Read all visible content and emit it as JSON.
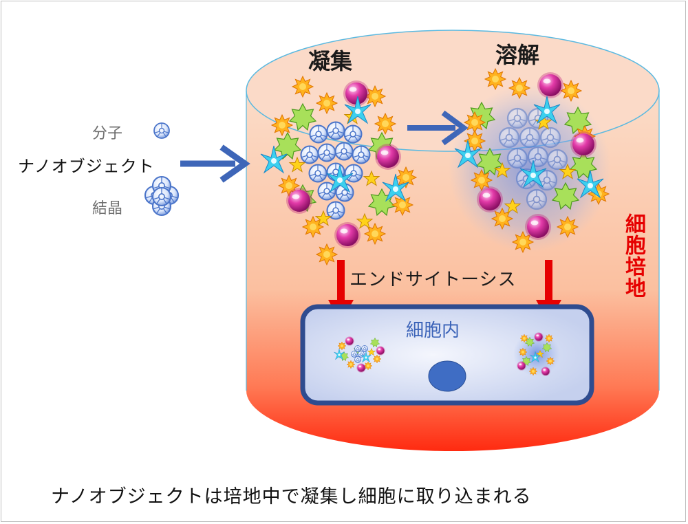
{
  "legend": {
    "molecule_label": "分子",
    "nano_object_label": "ナノオブジェクト",
    "crystal_label": "結晶"
  },
  "stages": {
    "aggregation_label": "凝集",
    "dissolution_label": "溶解"
  },
  "process": {
    "endocytosis_label": "エンドサイトーシス"
  },
  "cell": {
    "intracellular_label": "細胞内"
  },
  "medium": {
    "label": "細胞培地"
  },
  "caption": "ナノオブジェクトは培地中で凝集し細胞に取り込まれる",
  "colors": {
    "medium_top": "#fbd7c4",
    "medium_bottom": "#ff2a10",
    "cylinder_outline": "#5bb9e0",
    "arrow_blue": "#3e66b8",
    "arrow_red": "#e60000",
    "cell_border": "#2f4c8f",
    "nucleus": "#3f6dc4"
  }
}
